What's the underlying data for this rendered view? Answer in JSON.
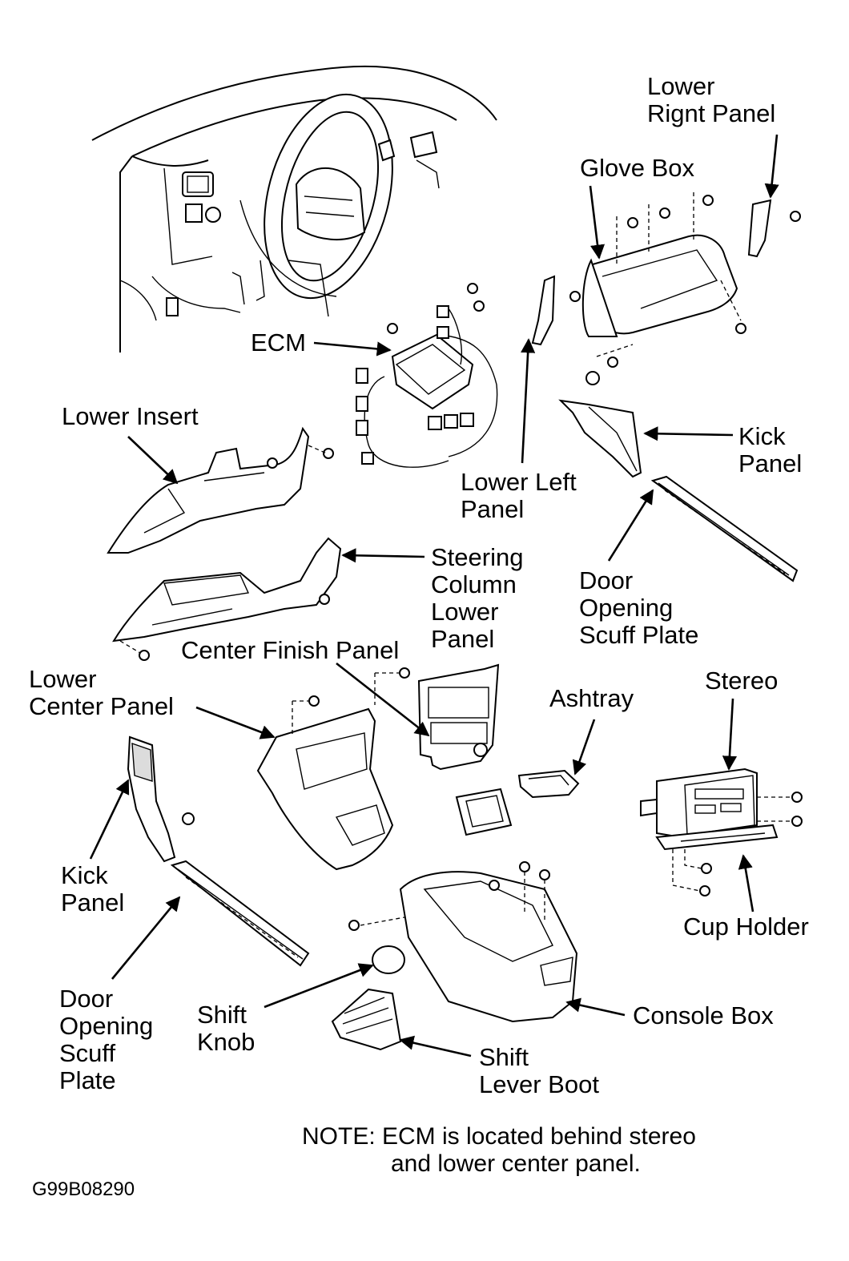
{
  "labels": {
    "lower_right_panel": [
      "Lower",
      "Rignt Panel"
    ],
    "glove_box": [
      "Glove Box"
    ],
    "ecm": [
      "ECM"
    ],
    "lower_insert": [
      "Lower Insert"
    ],
    "kick_panel_right": [
      "Kick",
      "Panel"
    ],
    "lower_left_panel": [
      "Lower Left",
      "Panel"
    ],
    "steering_column_lower_panel": [
      "Steering",
      "Column",
      "Lower",
      "Panel"
    ],
    "door_scuff_right": [
      "Door",
      "Opening",
      "Scuff Plate"
    ],
    "center_finish_panel": [
      "Center Finish Panel"
    ],
    "lower_center_panel": [
      "Lower",
      "Center Panel"
    ],
    "ashtray": [
      "Ashtray"
    ],
    "stereo": [
      "Stereo"
    ],
    "kick_panel_left": [
      "Kick",
      "Panel"
    ],
    "cup_holder": [
      "Cup Holder"
    ],
    "door_scuff_left": [
      "Door",
      "Opening",
      "Scuff",
      "Plate"
    ],
    "shift_knob": [
      "Shift",
      "Knob"
    ],
    "console_box": [
      "Console Box"
    ],
    "shift_lever_boot": [
      "Shift",
      "Lever Boot"
    ]
  },
  "note": [
    "NOTE: ECM is located behind stereo",
    "and lower center panel."
  ],
  "figure_code": "G99B08290"
}
